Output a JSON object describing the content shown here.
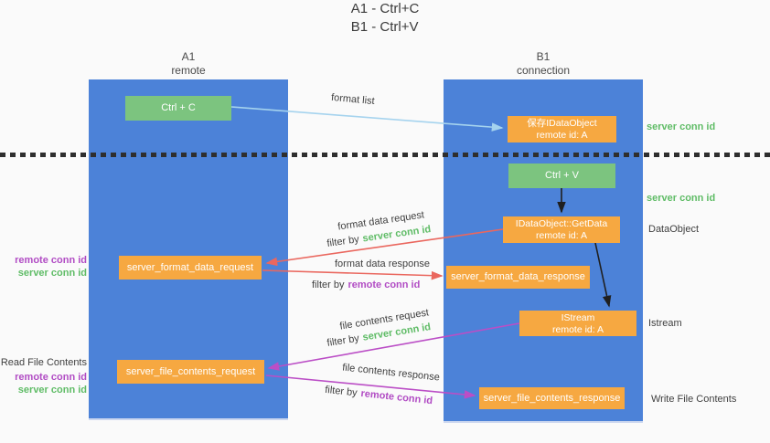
{
  "title": {
    "line1": "A1 - Ctrl+C",
    "line2": "B1 - Ctrl+V"
  },
  "columns": {
    "a1": {
      "name": "A1",
      "subtitle": "remote"
    },
    "b1": {
      "name": "B1",
      "subtitle": "connection"
    }
  },
  "nodes": {
    "ctrl_c": "Ctrl + C",
    "ctrl_v": "Ctrl + V",
    "save_dataobject": {
      "line1": "保存IDataObject",
      "line2": "remote id: A"
    },
    "getdata": {
      "line1": "IDataObject::GetData",
      "line2": "remote id: A"
    },
    "istream": {
      "line1": "IStream",
      "line2": "remote id: A"
    },
    "format_request": "server_format_data_request",
    "format_response": "server_format_data_response",
    "file_request": "server_file_contents_request",
    "file_response": "server_file_contents_response"
  },
  "labels": {
    "format_list": "format list",
    "format_data_request": "format data request",
    "filter_server_1": {
      "prefix": "filter by",
      "highlight": "server conn id"
    },
    "format_data_response": "format data response",
    "filter_remote_1": {
      "prefix": "filter by",
      "highlight": "remote conn id"
    },
    "file_contents_request": "file contents request",
    "filter_server_2": {
      "prefix": "filter by",
      "highlight": "server conn id"
    },
    "file_contents_response": "file contents response",
    "filter_remote_2": {
      "prefix": "filter by",
      "highlight": "remote conn id"
    },
    "server_conn_id_top": "server conn id",
    "server_conn_id_mid": "server conn id",
    "dataobject_side": "DataObject",
    "istream_side": "Istream",
    "write_file_contents": "Write File Contents",
    "read_file_contents": "Read File Contents",
    "left_group1": {
      "remote": "remote conn id",
      "server": "server conn id"
    },
    "left_group2": {
      "remote": "remote conn id",
      "server": "server conn id"
    }
  },
  "colors": {
    "panel_blue": "#4c82d8",
    "node_green": "#7cc47f",
    "node_orange": "#f6a841",
    "arrow_red": "#ea675e",
    "arrow_purple": "#bb4ec6",
    "arrow_lightblue": "#a5d3ee",
    "arrow_black": "#1f1f1f",
    "text_green": "#5fbc66",
    "text_purple": "#b14cc4",
    "background": "#fafafa"
  }
}
